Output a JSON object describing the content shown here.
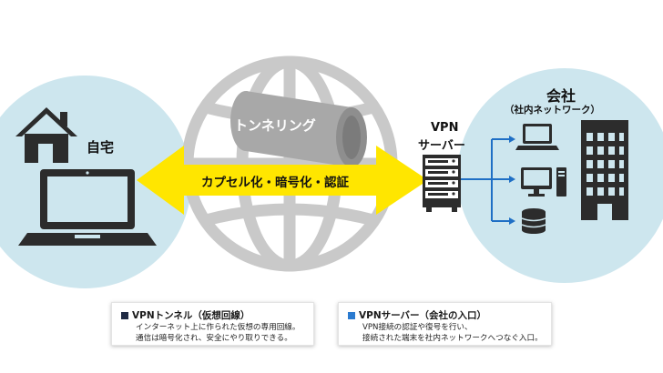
{
  "labels": {
    "home": "自宅",
    "company": "会社",
    "company_sub": "（社内ネットワーク）",
    "vpn_server_line1": "VPN",
    "vpn_server_line2": "サーバー",
    "tunneling": "トンネリング",
    "arrow_text": "カプセル化・暗号化・認証"
  },
  "legend": [
    {
      "title": "VPNトンネル（仮想回線）",
      "lines": [
        "インターネット上に作られた仮想の専用回線。",
        "通信は暗号化され、安全にやり取りできる。"
      ],
      "marker_color": "#1f2a44"
    },
    {
      "title": "VPNサーバー（会社の入口）",
      "lines": [
        "VPN接続の認証や復号を行い、",
        "接続された端末を社内ネットワークへつなぐ入口。"
      ],
      "marker_color": "#2b7bd0"
    }
  ],
  "colors": {
    "circle_bg": "#cde6ee",
    "arrow": "#ffe600",
    "icon_dark": "#2c2c2c",
    "globe": "#c9c9c9",
    "tunnel": "#a8a8a8",
    "connector": "#1f6fc5"
  },
  "icons": {
    "home": "house-icon",
    "laptop_home": "laptop-icon",
    "server": "server-icon",
    "globe": "globe-icon",
    "building": "building-icon",
    "laptop_company": "laptop-icon",
    "desktop": "desktop-icon",
    "database": "database-icon"
  }
}
